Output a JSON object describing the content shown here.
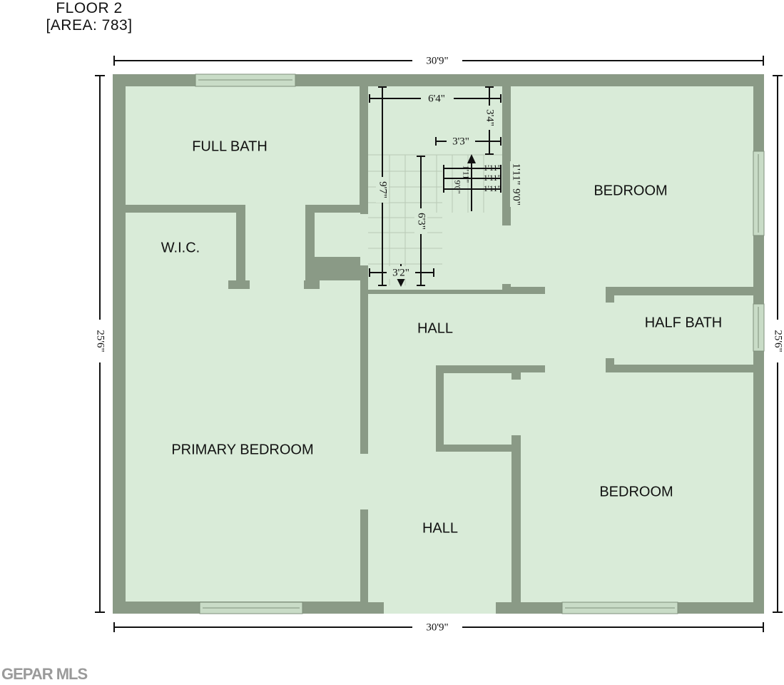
{
  "header": {
    "floor": "FLOOR 2",
    "area": "[AREA: 783]"
  },
  "rooms": {
    "full_bath": "FULL BATH",
    "wic": "W.I.C.",
    "primary_bedroom": "PRIMARY BEDROOM",
    "hall_upper": "HALL",
    "hall_lower": "HALL",
    "bedroom_upper": "BEDROOM",
    "half_bath": "HALF BATH",
    "bedroom_lower": "BEDROOM"
  },
  "dimensions": {
    "top": "30'9\"",
    "bottom": "30'9\"",
    "left": "25'6\"",
    "right": "25'6\"",
    "stair_width_top": "6'4\"",
    "stair_depth_3_4": "3'4\"",
    "stair_width_3_3": "3'3\"",
    "stair_run_9_7": "9'7\"",
    "stair_run_6_3": "6'3\"",
    "stair_width_3_2": "3'2\"",
    "step_a": "1'11\"",
    "step_b": "1'11\"",
    "step_c": "1'11\"",
    "vert_9_0": "9'0\"",
    "vert_1_11_a": "1'11\"",
    "vert_9_0_b": "9'0\"",
    "vert_1_11_b": "1'11\""
  },
  "watermark": "GEPAR MLS",
  "colors": {
    "wall": "#8a9a86",
    "floor": "#d9ebd8",
    "window": "#c9dcc7",
    "line": "#111111"
  }
}
